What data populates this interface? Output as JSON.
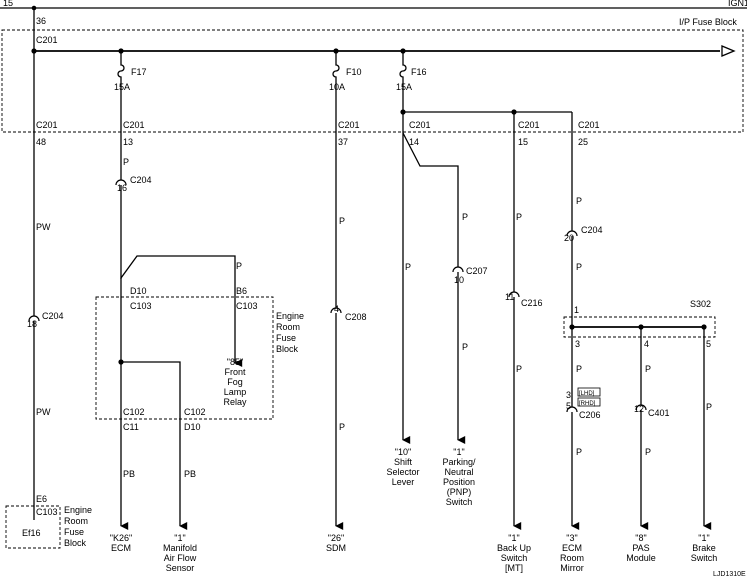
{
  "header": {
    "wire_num": "15",
    "ign_label": "IGN1",
    "fuse_block_label": "I/P Fuse Block",
    "ref_code": "LJD1310E"
  },
  "trunk": {
    "circuit": "36",
    "connector": "C201"
  },
  "fuses": [
    {
      "name": "F17",
      "rating": "15A"
    },
    {
      "name": "F10",
      "rating": "10A"
    },
    {
      "name": "F16",
      "rating": "15A"
    }
  ],
  "pins": [
    {
      "conn": "C201",
      "pin": "48"
    },
    {
      "conn": "C201",
      "pin": "13"
    },
    {
      "conn": "C201",
      "pin": "37"
    },
    {
      "conn": "C201",
      "pin": "14"
    },
    {
      "conn": "C201",
      "pin": "15"
    },
    {
      "conn": "C201",
      "pin": "25"
    }
  ],
  "wire_colors": {
    "pw": "PW",
    "p": "P",
    "pb": "PB"
  },
  "inline_connectors": {
    "c204_left": {
      "pin": "18",
      "name": "C204"
    },
    "c204_mid": {
      "pin": "16",
      "name": "C204"
    },
    "c204_right": {
      "pin": "20",
      "name": "C204"
    },
    "c208": {
      "pin": "4",
      "name": "C208"
    },
    "c207": {
      "pin": "10",
      "name": "C207"
    },
    "c216": {
      "pin": "11",
      "name": "C216"
    },
    "c206": {
      "pin_top": "3",
      "pin_bot": "5",
      "name": "C206",
      "tag_top": "[LHD]",
      "tag_bot": "[RHD]"
    },
    "c401": {
      "pin": "12",
      "name": "C401"
    }
  },
  "engine_box": {
    "label": [
      "Engine",
      "Room",
      "Fuse",
      "Block"
    ],
    "d10": "D10",
    "c103a": "C103",
    "b6": "B6",
    "c103b": "C103",
    "c102a": "C102",
    "c102b": "C102",
    "c11": "C11",
    "d10b": "D10",
    "relay": [
      "\"85\"",
      "Front",
      "Fog",
      "Lamp",
      "Relay"
    ]
  },
  "ef_box": {
    "e6": "E6",
    "c103": "C103",
    "fuse": "Ef16",
    "label": [
      "Engine",
      "Room",
      "Fuse",
      "Block"
    ]
  },
  "splice": {
    "name": "S302",
    "pin_in": "1",
    "pin_a": "3",
    "pin_b": "4",
    "pin_c": "5"
  },
  "destinations": [
    {
      "lines": [
        "\"K26\"",
        "ECM"
      ]
    },
    {
      "lines": [
        "\"1\"",
        "Manifold",
        "Air Flow",
        "Sensor"
      ]
    },
    {
      "lines": [
        "\"26\"",
        "SDM"
      ]
    },
    {
      "lines": [
        "\"10\"",
        "Shift",
        "Selector",
        "Lever"
      ]
    },
    {
      "lines": [
        "\"1\"",
        "Parking/",
        "Neutral",
        "Position",
        "(PNP)",
        "Switch"
      ]
    },
    {
      "lines": [
        "\"1\"",
        "Back Up",
        "Switch",
        "[MT]"
      ]
    },
    {
      "lines": [
        "\"3\"",
        "ECM",
        "Room",
        "Mirror"
      ]
    },
    {
      "lines": [
        "\"8\"",
        "PAS",
        "Module"
      ]
    },
    {
      "lines": [
        "\"1\"",
        "Brake",
        "Switch"
      ]
    }
  ]
}
